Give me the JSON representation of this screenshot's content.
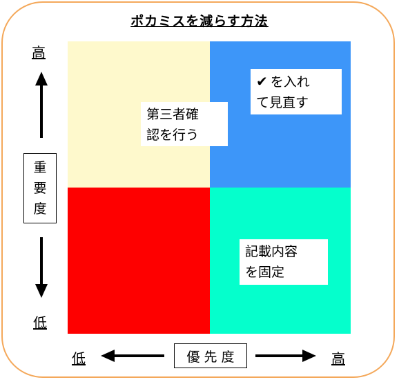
{
  "title": "ポカミスを減らす方法",
  "y_axis": {
    "high_label": "高",
    "low_label": "低",
    "label_chars": [
      "重",
      "要",
      "度"
    ]
  },
  "x_axis": {
    "low_label": "低",
    "high_label": "高",
    "label": "優先度"
  },
  "quadrants": {
    "top_left": {
      "color": "#fef9cc",
      "note_line1": "第三者確",
      "note_line2": "認を行う"
    },
    "top_right": {
      "color": "#3d96f9",
      "check_icon": "✔",
      "note_line1": "を入れ",
      "note_line2": "て見直す"
    },
    "bottom_left": {
      "color": "#fe0000"
    },
    "bottom_right": {
      "color": "#05ffcc",
      "note_line1": "記載内容",
      "note_line2": "を固定"
    }
  },
  "colors": {
    "frame": "#f4a85a"
  }
}
